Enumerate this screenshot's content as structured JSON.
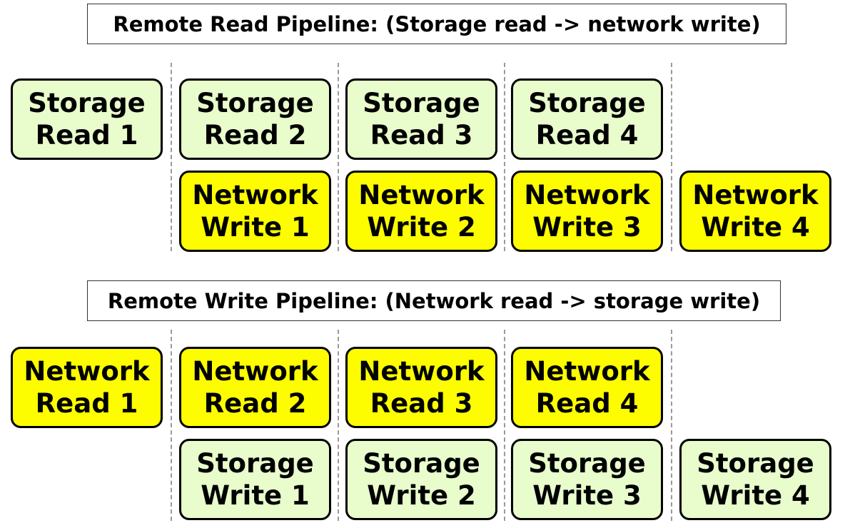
{
  "read_pipeline": {
    "title": "Remote Read Pipeline: (Storage read -> network write)",
    "row1": [
      {
        "line1": "Storage",
        "line2": "Read 1"
      },
      {
        "line1": "Storage",
        "line2": "Read 2"
      },
      {
        "line1": "Storage",
        "line2": "Read 3"
      },
      {
        "line1": "Storage",
        "line2": "Read 4"
      }
    ],
    "row2": [
      {
        "line1": "Network",
        "line2": "Write 1"
      },
      {
        "line1": "Network",
        "line2": "Write 2"
      },
      {
        "line1": "Network",
        "line2": "Write 3"
      },
      {
        "line1": "Network",
        "line2": "Write 4"
      }
    ]
  },
  "write_pipeline": {
    "title": "Remote Write Pipeline: (Network read -> storage write)",
    "row1": [
      {
        "line1": "Network",
        "line2": "Read 1"
      },
      {
        "line1": "Network",
        "line2": "Read 2"
      },
      {
        "line1": "Network",
        "line2": "Read 3"
      },
      {
        "line1": "Network",
        "line2": "Read 4"
      }
    ],
    "row2": [
      {
        "line1": "Storage",
        "line2": "Write 1"
      },
      {
        "line1": "Storage",
        "line2": "Write 2"
      },
      {
        "line1": "Storage",
        "line2": "Write 3"
      },
      {
        "line1": "Storage",
        "line2": "Write 4"
      }
    ]
  },
  "colors": {
    "storage": "#e8fccc",
    "network": "#fdfd00"
  }
}
